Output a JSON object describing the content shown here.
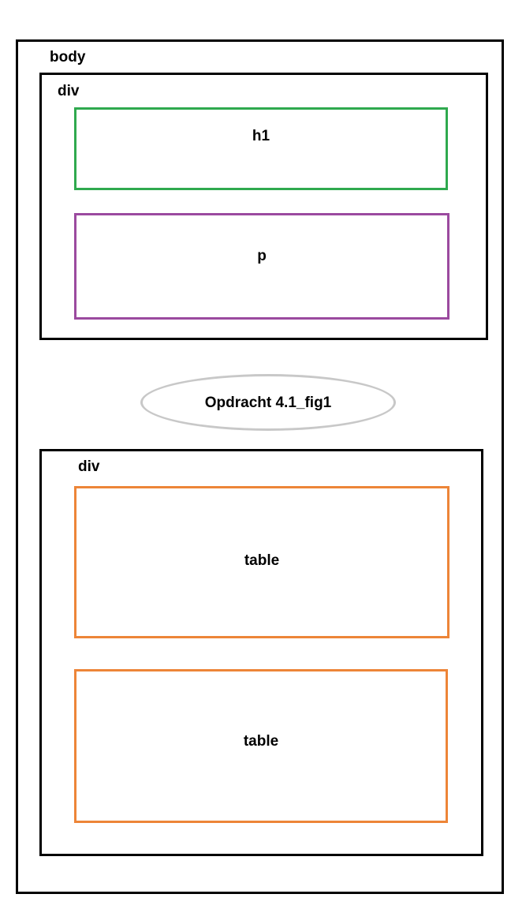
{
  "diagram": {
    "body": {
      "label": "body",
      "border_color": "#000000"
    },
    "top_div": {
      "label": "div",
      "border_color": "#000000",
      "children": {
        "h1": {
          "label": "h1",
          "border_color": "#2fa94e"
        },
        "p": {
          "label": "p",
          "border_color": "#9b4a9f"
        }
      }
    },
    "caption": {
      "text": "Opdracht 4.1_fig1",
      "border_color": "#c8c8c8"
    },
    "bottom_div": {
      "label": "div",
      "border_color": "#000000",
      "children": {
        "table_1": {
          "label": "table",
          "border_color": "#ed8538"
        },
        "table_2": {
          "label": "table",
          "border_color": "#ed8538"
        }
      }
    }
  }
}
